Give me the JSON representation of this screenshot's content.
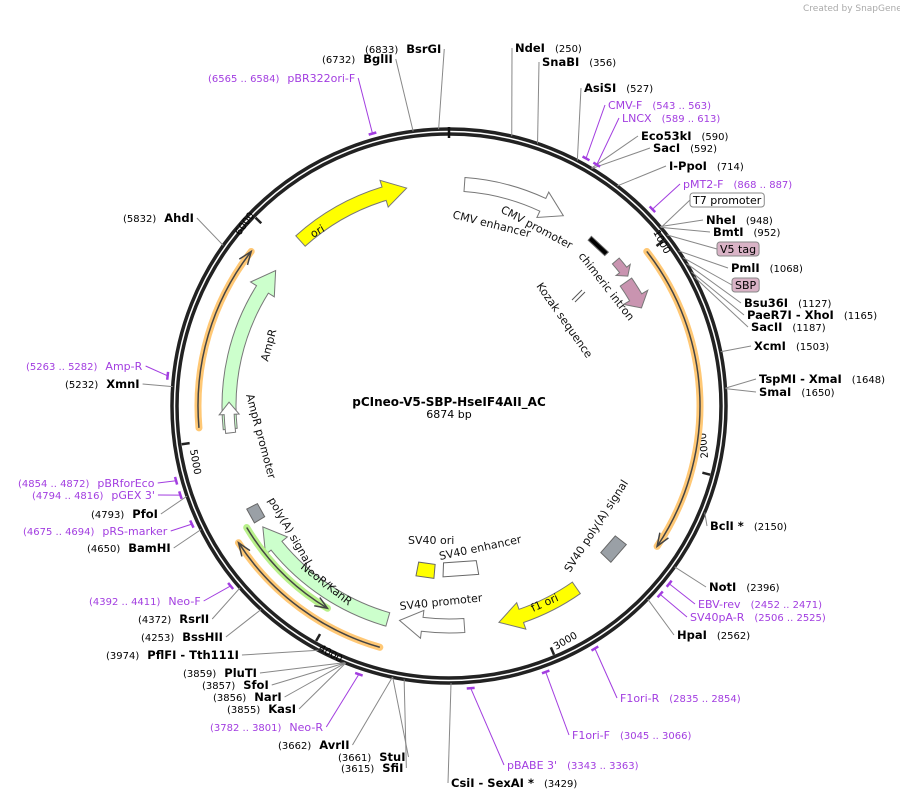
{
  "credit": "Created by SnapGene",
  "plasmid": {
    "name": "pCIneo-V5-SBP-HseIF4AII_AC",
    "length_label": "6874 bp",
    "length": 6874
  },
  "ticks": [
    "1000",
    "2000",
    "3000",
    "4000",
    "5000",
    "6000"
  ],
  "sites": [
    {
      "name": "BsrGI",
      "pos": "6833"
    },
    {
      "name": "BglII",
      "pos": "6732"
    },
    {
      "name": "NdeI",
      "pos": "250"
    },
    {
      "name": "SnaBI",
      "pos": "356"
    },
    {
      "name": "AsiSI",
      "pos": "527"
    },
    {
      "name": "Eco53kI",
      "pos": "590"
    },
    {
      "name": "SacI",
      "pos": "592"
    },
    {
      "name": "I-PpoI",
      "pos": "714"
    },
    {
      "name": "NheI",
      "pos": "948"
    },
    {
      "name": "BmtI",
      "pos": "952"
    },
    {
      "name": "PmlI",
      "pos": "1068"
    },
    {
      "name": "Bsu36I",
      "pos": "1127"
    },
    {
      "name": "PaeR7I  - XhoI",
      "pos": "1165"
    },
    {
      "name": "SacII",
      "pos": "1187"
    },
    {
      "name": "XcmI",
      "pos": "1503"
    },
    {
      "name": "TspMI  - XmaI",
      "pos": "1648"
    },
    {
      "name": "SmaI",
      "pos": "1650"
    },
    {
      "name": "BclI *",
      "pos": "2150"
    },
    {
      "name": "NotI",
      "pos": "2396"
    },
    {
      "name": "HpaI",
      "pos": "2562"
    },
    {
      "name": "CsiI  - SexAI *",
      "pos": "3429"
    },
    {
      "name": "SfiI",
      "pos": "3615"
    },
    {
      "name": "StuI",
      "pos": "3661"
    },
    {
      "name": "AvrII",
      "pos": "3662"
    },
    {
      "name": "KasI",
      "pos": "3855"
    },
    {
      "name": "NarI",
      "pos": "3856"
    },
    {
      "name": "SfoI",
      "pos": "3857"
    },
    {
      "name": "PluTI",
      "pos": "3859"
    },
    {
      "name": "PflFI  - Tth111I",
      "pos": "3974"
    },
    {
      "name": "BssHII",
      "pos": "4253"
    },
    {
      "name": "RsrII",
      "pos": "4372"
    },
    {
      "name": "BamHI",
      "pos": "4650"
    },
    {
      "name": "PfoI",
      "pos": "4793"
    },
    {
      "name": "XmnI",
      "pos": "5232"
    },
    {
      "name": "AhdI",
      "pos": "5832"
    }
  ],
  "primers": [
    {
      "name": "pBR322ori-F",
      "range": "6565 .. 6584"
    },
    {
      "name": "CMV-F",
      "range": "543 .. 563"
    },
    {
      "name": "LNCX",
      "range": "589 .. 613"
    },
    {
      "name": "pMT2-F",
      "range": "868 .. 887"
    },
    {
      "name": "EBV-rev",
      "range": "2452 .. 2471"
    },
    {
      "name": "SV40pA-R",
      "range": "2506 .. 2525"
    },
    {
      "name": "F1ori-R",
      "range": "2835 .. 2854"
    },
    {
      "name": "F1ori-F",
      "range": "3045 .. 3066"
    },
    {
      "name": "pBABE 3'",
      "range": "3343 .. 3363"
    },
    {
      "name": "Neo-R",
      "range": "3782 .. 3801"
    },
    {
      "name": "Neo-F",
      "range": "4392 .. 4411"
    },
    {
      "name": "pRS-marker",
      "range": "4675 .. 4694"
    },
    {
      "name": "pGEX 3'",
      "range": "4794 .. 4816"
    },
    {
      "name": "pBRforEco",
      "range": "4854 .. 4872"
    },
    {
      "name": "Amp-R",
      "range": "5263 .. 5282"
    }
  ],
  "boxed_features": [
    {
      "name": "T7 promoter",
      "color": "#ffffff"
    },
    {
      "name": "V5 tag",
      "color": "#d9b3c6"
    },
    {
      "name": "SBP",
      "color": "#d9b3c6"
    }
  ],
  "features": {
    "ori": "ori",
    "cmv_enhancer": "CMV enhancer",
    "cmv_promoter": "CMV promoter",
    "chimeric_intron": "chimeric intron",
    "kozak": "Kozak sequence",
    "sv40_polya": "SV40 poly(A) signal",
    "f1_ori": "f1 ori",
    "sv40_promoter": "SV40 promoter",
    "sv40_ori": "SV40 ori",
    "sv40_enhancer": "SV40 enhancer",
    "neor": "NeoR/KanR",
    "polya": "poly(A) signal",
    "ampr": "AmpR",
    "ampr_promoter": "AmpR promoter"
  },
  "colors": {
    "primer": "#a23de0",
    "ori": "#ffff00",
    "marker": "#ccffcc",
    "orf_halo": "#ffc875",
    "tag": "#c994b0",
    "signal": "#9aa0a6"
  }
}
